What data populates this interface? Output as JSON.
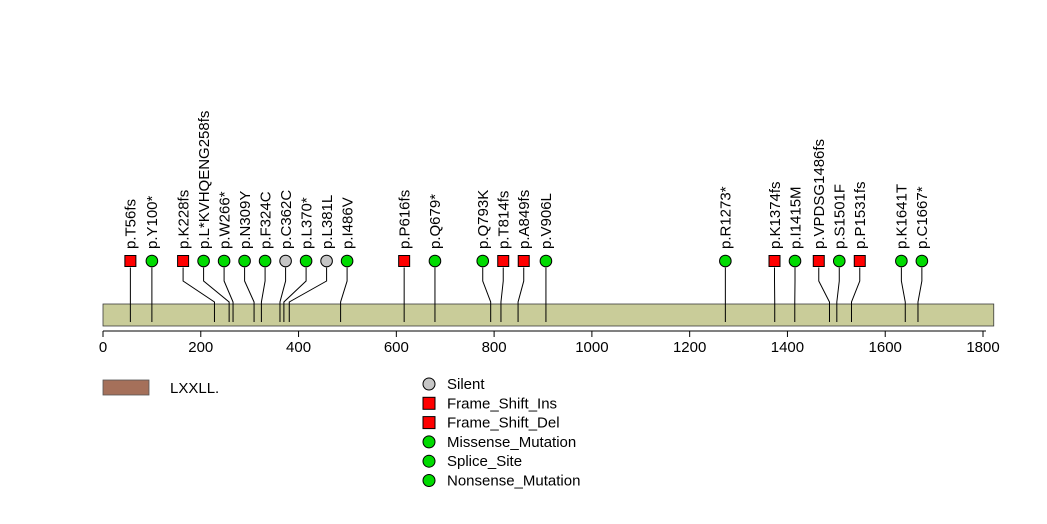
{
  "chart_data": {
    "type": "lollipop",
    "title": "",
    "xlabel": "",
    "ylabel": "",
    "x_axis": {
      "min": 0,
      "max": 1800,
      "ticks": [
        0,
        200,
        400,
        600,
        800,
        1000,
        1200,
        1400,
        1600,
        1800
      ]
    },
    "protein_length_aa": 1822,
    "protein_bar_color": "#C9CC99",
    "domain_legend": {
      "label": "LXXLL.",
      "color": "#A5705A"
    },
    "marker_palette": {
      "red": "#FF0000",
      "green": "#00DB00",
      "gray": "#C6C6C6"
    },
    "mutations": [
      {
        "label": "p.T56fs",
        "pos": 56,
        "shape": "square",
        "color": "#FF0000"
      },
      {
        "label": "p.Y100*",
        "pos": 100,
        "shape": "circle",
        "color": "#00DB00"
      },
      {
        "label": "p.K228fs",
        "pos": 228,
        "shape": "square",
        "color": "#FF0000"
      },
      {
        "label": "p.L*KVHQENG258fs",
        "pos": 258,
        "shape": "circle",
        "color": "#00DB00"
      },
      {
        "label": "p.W266*",
        "pos": 266,
        "shape": "circle",
        "color": "#00DB00"
      },
      {
        "label": "p.N309Y",
        "pos": 309,
        "shape": "circle",
        "color": "#00DB00"
      },
      {
        "label": "p.F324C",
        "pos": 324,
        "shape": "circle",
        "color": "#00DB00"
      },
      {
        "label": "p.C362C",
        "pos": 362,
        "shape": "circle",
        "color": "#C6C6C6"
      },
      {
        "label": "p.L370*",
        "pos": 370,
        "shape": "circle",
        "color": "#00DB00"
      },
      {
        "label": "p.L381L",
        "pos": 381,
        "shape": "circle",
        "color": "#C6C6C6"
      },
      {
        "label": "p.I486V",
        "pos": 486,
        "shape": "circle",
        "color": "#00DB00"
      },
      {
        "label": "p.P616fs",
        "pos": 616,
        "shape": "square",
        "color": "#FF0000"
      },
      {
        "label": "p.Q679*",
        "pos": 679,
        "shape": "circle",
        "color": "#00DB00"
      },
      {
        "label": "p.Q793K",
        "pos": 793,
        "shape": "circle",
        "color": "#00DB00"
      },
      {
        "label": "p.T814fs",
        "pos": 814,
        "shape": "square",
        "color": "#FF0000"
      },
      {
        "label": "p.A849fs",
        "pos": 849,
        "shape": "square",
        "color": "#FF0000"
      },
      {
        "label": "p.V906L",
        "pos": 906,
        "shape": "circle",
        "color": "#00DB00"
      },
      {
        "label": "p.R1273*",
        "pos": 1273,
        "shape": "circle",
        "color": "#00DB00"
      },
      {
        "label": "p.K1374fs",
        "pos": 1374,
        "shape": "square",
        "color": "#FF0000"
      },
      {
        "label": "p.I1415M",
        "pos": 1415,
        "shape": "circle",
        "color": "#00DB00"
      },
      {
        "label": "p.VPDSG1486fs",
        "pos": 1486,
        "shape": "square",
        "color": "#FF0000"
      },
      {
        "label": "p.S1501F",
        "pos": 1501,
        "shape": "circle",
        "color": "#00DB00"
      },
      {
        "label": "p.P1531fs",
        "pos": 1531,
        "shape": "square",
        "color": "#FF0000"
      },
      {
        "label": "p.K1641T",
        "pos": 1641,
        "shape": "circle",
        "color": "#00DB00"
      },
      {
        "label": "p.C1667*",
        "pos": 1667,
        "shape": "circle",
        "color": "#00DB00"
      }
    ],
    "legend": [
      {
        "label": "Silent",
        "shape": "circle",
        "color": "#C6C6C6"
      },
      {
        "label": "Frame_Shift_Ins",
        "shape": "square",
        "color": "#FF0000"
      },
      {
        "label": "Frame_Shift_Del",
        "shape": "square",
        "color": "#FF0000"
      },
      {
        "label": "Missense_Mutation",
        "shape": "circle",
        "color": "#00DB00"
      },
      {
        "label": "Splice_Site",
        "shape": "circle",
        "color": "#00DB00"
      },
      {
        "label": "Nonsense_Mutation",
        "shape": "circle",
        "color": "#00DB00"
      }
    ],
    "legend_position": "bottom",
    "grid": false
  }
}
